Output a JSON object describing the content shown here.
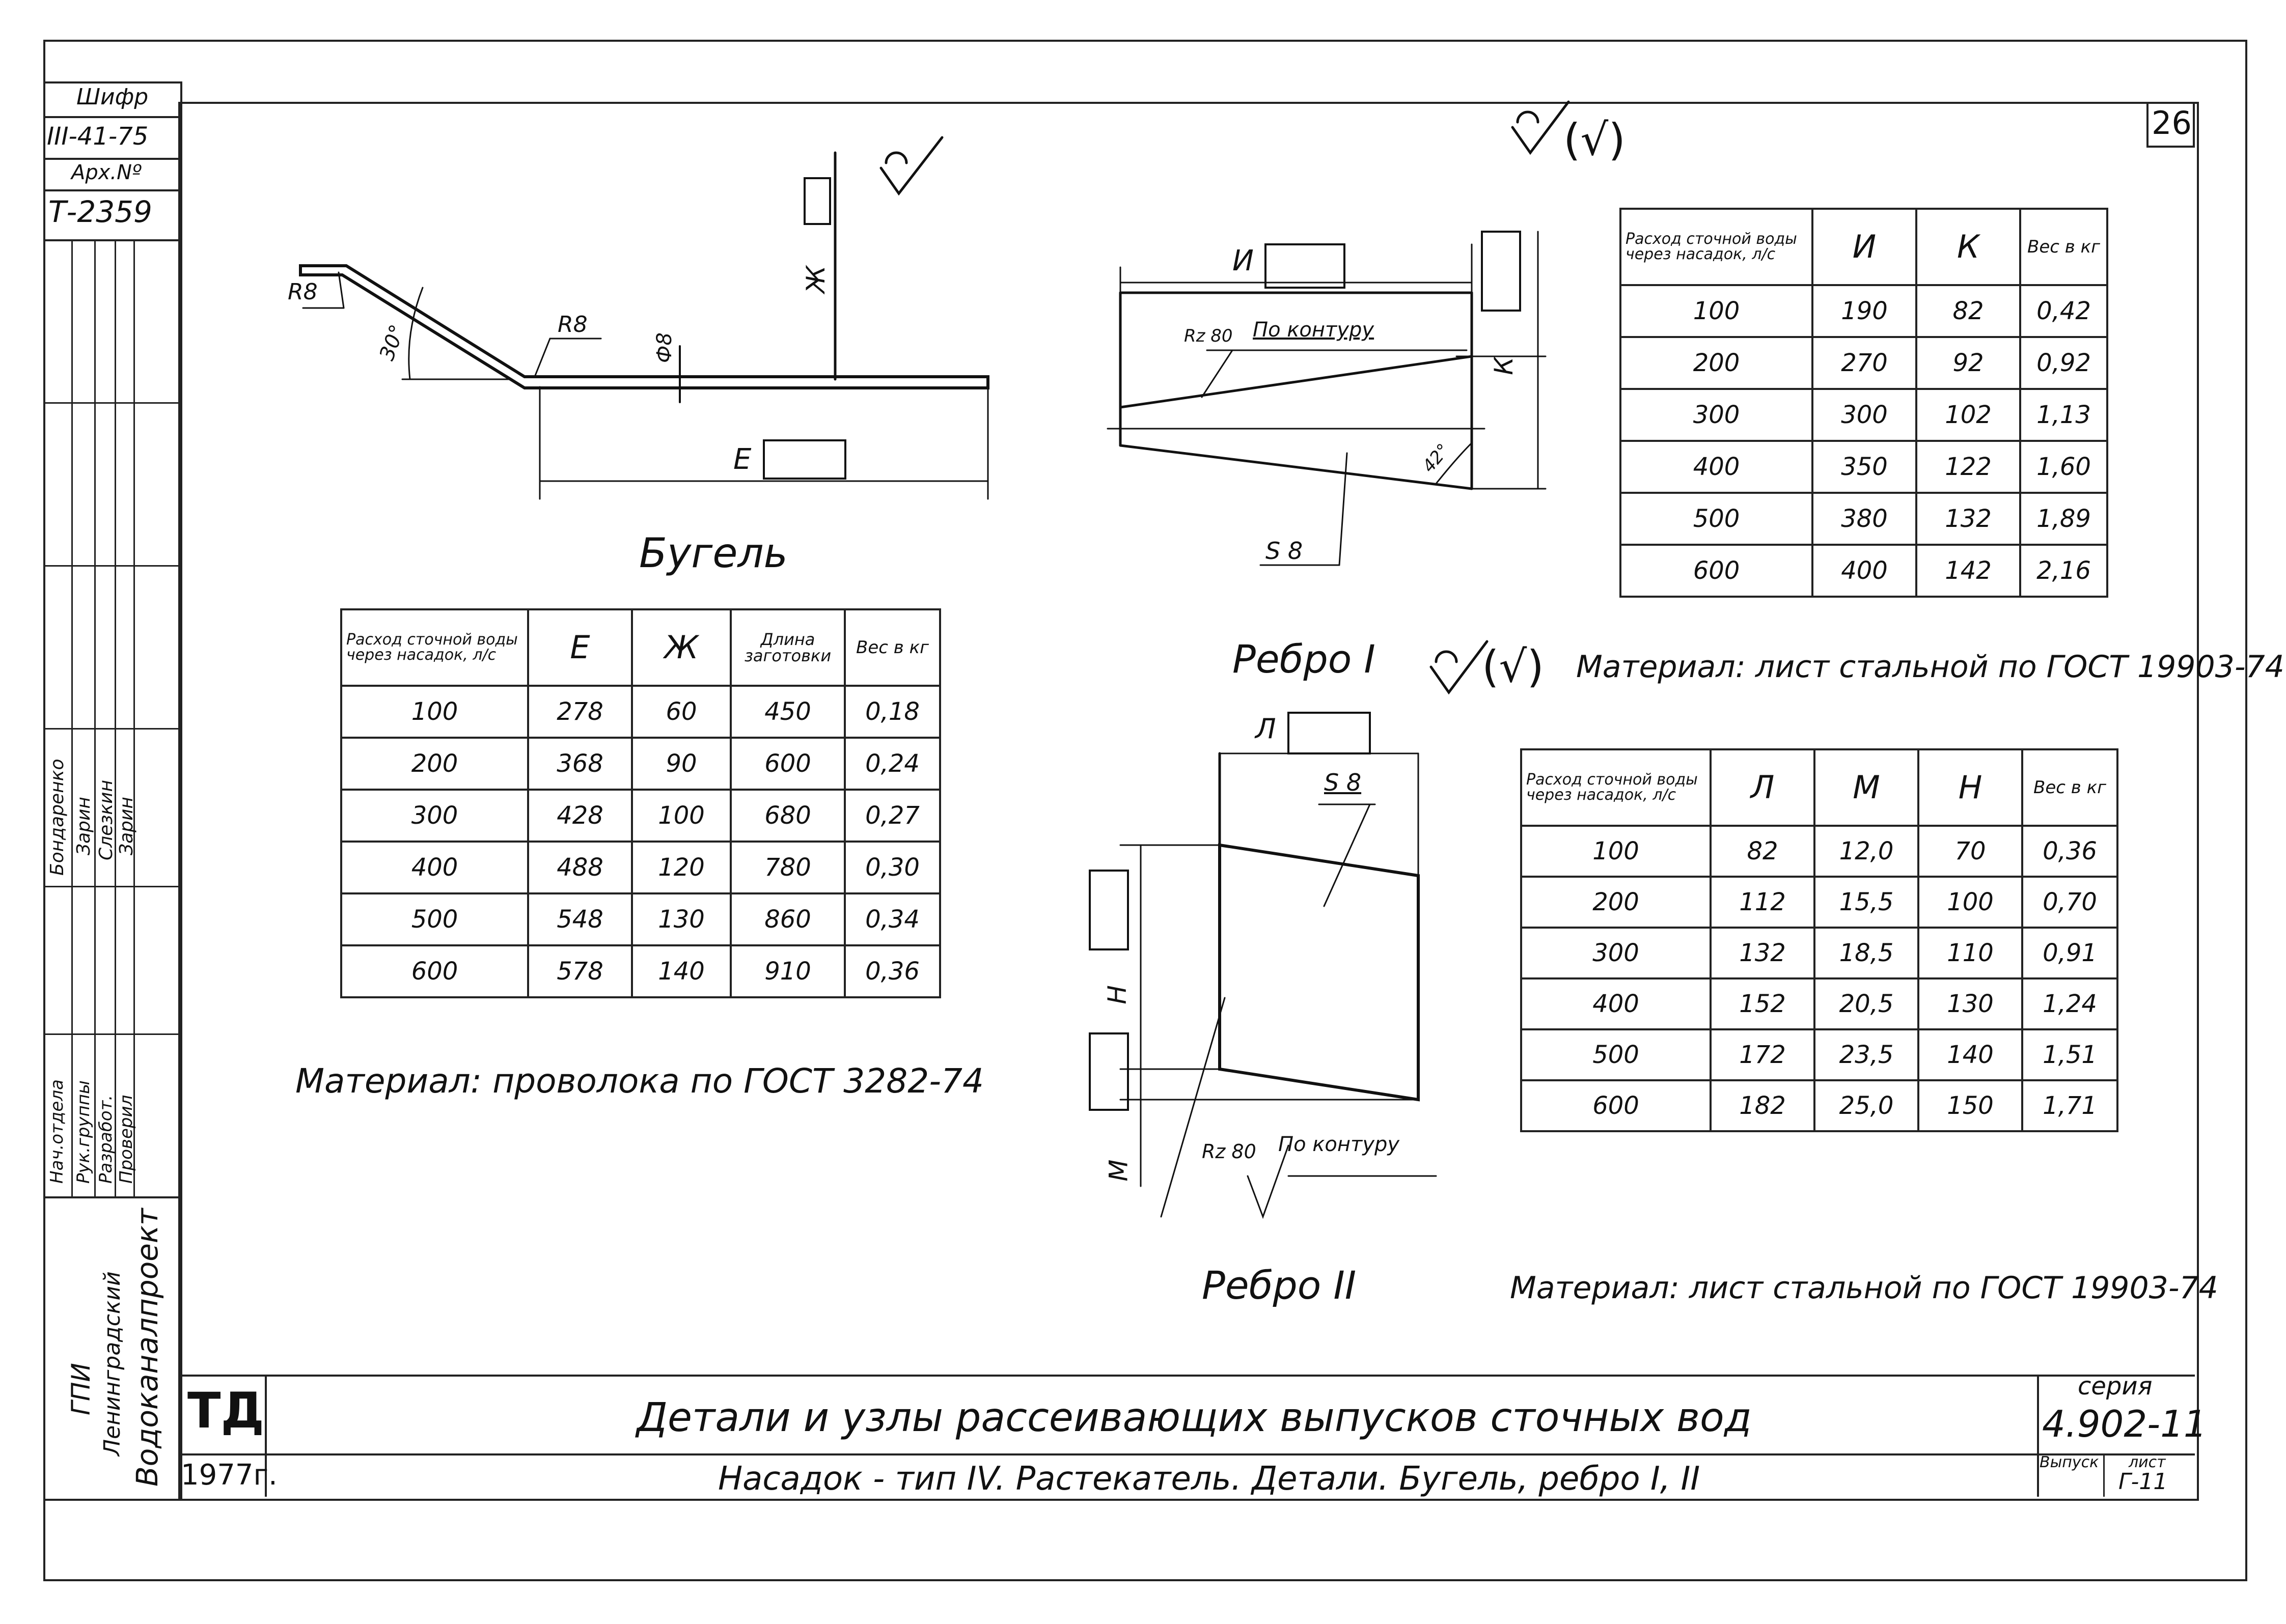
{
  "sheet": {
    "number": "26",
    "cipher_label": "Шифр",
    "cipher": "III-41-75",
    "archive_label": "Арх.Nº",
    "archive_no": "Т-2359",
    "org_line1": "ГПИ",
    "org_line2": "Ленинградский",
    "org_line3": "Водоканалпроект",
    "stamp": "ТД",
    "year": "1977г.",
    "series_label": "серия",
    "series": "4.902-11",
    "issue_label": "Выпуск",
    "sheet_label": "лист",
    "sheet_code": "Г-11"
  },
  "titles": {
    "main": "Детали и узлы рассеивающих выпусков сточных вод",
    "sub": "Насадок - тип IV. Растекатель. Детали. Бугель, ребро I, II"
  },
  "signatures": {
    "roles": [
      "Нач.отдела",
      "Рук.группы",
      "Разработ.",
      "Проверил"
    ],
    "names": [
      "Бондаренко",
      "Зарин",
      "Слезкин",
      "Зарин"
    ]
  },
  "bugel": {
    "caption": "Бугель",
    "material": "Материал: проволока по ГОСТ 3282-74",
    "dims": {
      "r1": "R8",
      "r2": "R8",
      "angle": "30°",
      "dia": "Ф8",
      "e": "Е",
      "zh": "Ж"
    },
    "table": {
      "headers": [
        "Расход сточной воды через насадок, л/с",
        "Е",
        "Ж",
        "Длина заготовки",
        "Вес в кг"
      ],
      "rows": [
        [
          "100",
          "278",
          "60",
          "450",
          "0,18"
        ],
        [
          "200",
          "368",
          "90",
          "600",
          "0,24"
        ],
        [
          "300",
          "428",
          "100",
          "680",
          "0,27"
        ],
        [
          "400",
          "488",
          "120",
          "780",
          "0,30"
        ],
        [
          "500",
          "548",
          "130",
          "860",
          "0,34"
        ],
        [
          "600",
          "578",
          "140",
          "910",
          "0,36"
        ]
      ]
    }
  },
  "rebro1": {
    "caption": "Ребро I",
    "material": "Материал: лист стальной по ГОСТ 19903-74",
    "dims": {
      "i": "И",
      "k": "К",
      "rz": "Rz 80",
      "contour": "По контуру",
      "s": "S 8",
      "angle": "42°"
    },
    "table": {
      "headers": [
        "Расход сточной воды через насадок, л/с",
        "И",
        "К",
        "Вес в кг"
      ],
      "rows": [
        [
          "100",
          "190",
          "82",
          "0,42"
        ],
        [
          "200",
          "270",
          "92",
          "0,92"
        ],
        [
          "300",
          "300",
          "102",
          "1,13"
        ],
        [
          "400",
          "350",
          "122",
          "1,60"
        ],
        [
          "500",
          "380",
          "132",
          "1,89"
        ],
        [
          "600",
          "400",
          "142",
          "2,16"
        ]
      ]
    }
  },
  "rebro2": {
    "caption": "Ребро II",
    "material": "Материал: лист стальной по ГОСТ 19903-74",
    "dims": {
      "l": "Л",
      "s": "S 8",
      "n": "Н",
      "m": "М",
      "rz": "Rz 80",
      "contour": "По контуру"
    },
    "table": {
      "headers": [
        "Расход сточной воды через насадок, л/с",
        "Л",
        "М",
        "Н",
        "Вес в кг"
      ],
      "rows": [
        [
          "100",
          "82",
          "12,0",
          "70",
          "0,36"
        ],
        [
          "200",
          "112",
          "15,5",
          "100",
          "0,70"
        ],
        [
          "300",
          "132",
          "18,5",
          "110",
          "0,91"
        ],
        [
          "400",
          "152",
          "20,5",
          "130",
          "1,24"
        ],
        [
          "500",
          "172",
          "23,5",
          "140",
          "1,51"
        ],
        [
          "600",
          "182",
          "25,0",
          "150",
          "1,71"
        ]
      ]
    }
  },
  "roughness": {
    "mark1": "(√)",
    "mark2": "(√)"
  }
}
